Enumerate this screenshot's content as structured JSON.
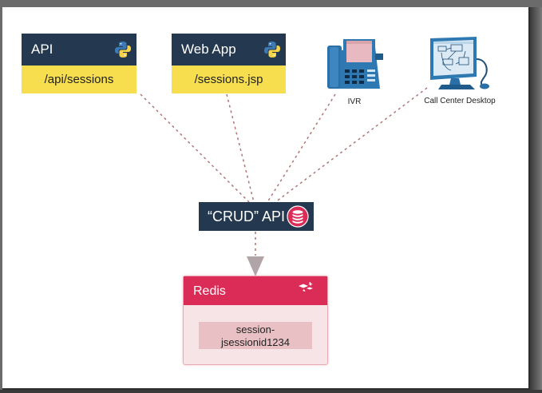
{
  "services": [
    {
      "title": "API",
      "path": "/api/sessions",
      "icon": "python-icon"
    },
    {
      "title": "Web App",
      "path": "/sessions.jsp",
      "icon": "python-icon"
    }
  ],
  "devices": [
    {
      "label": "IVR",
      "icon": "desk-phone-icon"
    },
    {
      "label": "Call Center Desktop",
      "icon": "computer-monitor-icon"
    }
  ],
  "crud": {
    "label": "“CRUD” API",
    "icon": "database-icon"
  },
  "redis": {
    "title": "Redis",
    "icon": "redis-logo-icon",
    "key_line1": "session-",
    "key_line2": "jsessionid1234"
  },
  "colors": {
    "service_header": "#24394f",
    "service_body": "#f6de4f",
    "redis_header": "#da2c57",
    "redis_body": "#f7e4e6",
    "redis_key": "#e9c1c5",
    "link_dotted": "#b07575",
    "arrow": "#b2a5a7"
  }
}
